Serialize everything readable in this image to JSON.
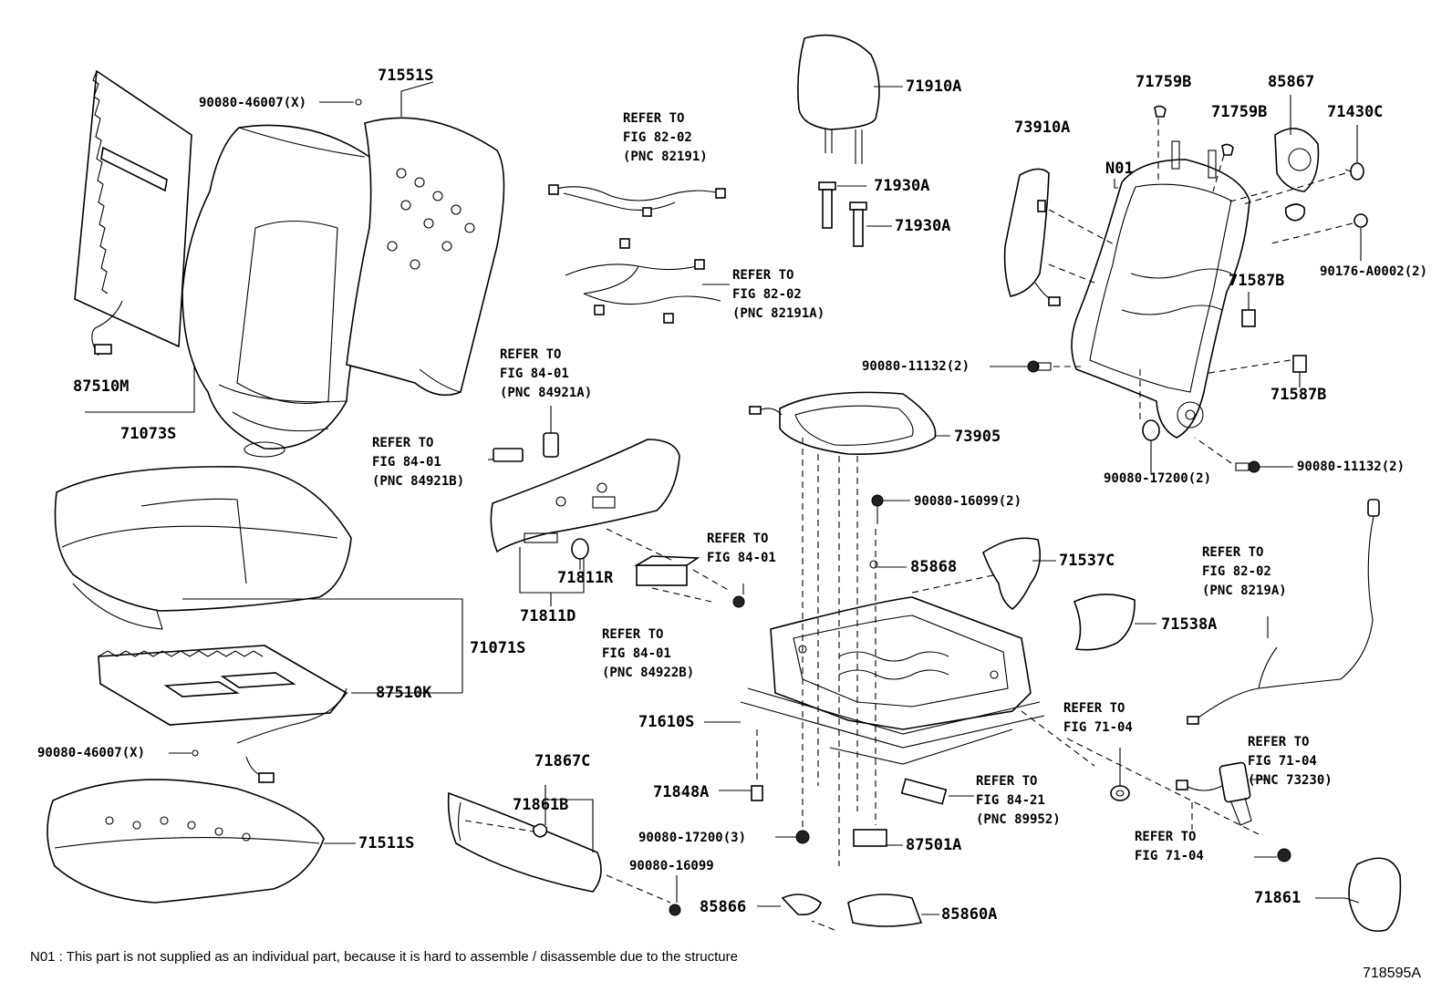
{
  "diagram": {
    "parts": {
      "p71551S": "71551S",
      "p90080_46007_top": "90080-46007(X)",
      "p87510M": "87510M",
      "p71073S": "71073S",
      "p71071S": "71071S",
      "p87510K": "87510K",
      "p90080_46007_bot": "90080-46007(X)",
      "p71511S": "71511S",
      "p71910A": "71910A",
      "p71930A_1": "71930A",
      "p71930A_2": "71930A",
      "p71759B_1": "71759B",
      "p71759B_2": "71759B",
      "p85867": "85867",
      "p71430C": "71430C",
      "p73910A": "73910A",
      "pN01": "N01",
      "p90176_A0002": "90176-A0002(2)",
      "p71587B_1": "71587B",
      "p71587B_2": "71587B",
      "p90080_11132_l": "90080-11132(2)",
      "p90080_11132_r": "90080-11132(2)",
      "p90080_17200_2": "90080-17200(2)",
      "p73905": "73905",
      "p90080_16099_2": "90080-16099(2)",
      "p85868": "85868",
      "p71537C": "71537C",
      "p71538A": "71538A",
      "p71811R": "71811R",
      "p71811D": "71811D",
      "p71610S": "71610S",
      "p71867C": "71867C",
      "p71861B": "71861B",
      "p71848A": "71848A",
      "p90080_17200_3": "90080-17200(3)",
      "p87501A": "87501A",
      "p90080_16099": "90080-16099",
      "p85866": "85866",
      "p85860A": "85860A",
      "p71861": "71861"
    },
    "refs": {
      "r82191_l1": "REFER TO",
      "r82191_l2": "FIG 82-02",
      "r82191_l3": "(PNC 82191)",
      "r82191A_l1": "REFER TO",
      "r82191A_l2": "FIG 82-02",
      "r82191A_l3": "(PNC 82191A)",
      "r84921A_l1": "REFER TO",
      "r84921A_l2": "FIG 84-01",
      "r84921A_l3": "(PNC 84921A)",
      "r84921B_l1": "REFER TO",
      "r84921B_l2": "FIG 84-01",
      "r84921B_l3": "(PNC 84921B)",
      "r8401_l1": "REFER TO",
      "r8401_l2": "FIG 84-01",
      "r84922B_l1": "REFER TO",
      "r84922B_l2": "FIG 84-01",
      "r84922B_l3": "(PNC 84922B)",
      "r8219A_l1": "REFER TO",
      "r8219A_l2": "FIG 82-02",
      "r8219A_l3": "(PNC 8219A)",
      "r7104a_l1": "REFER TO",
      "r7104a_l2": "FIG 71-04",
      "r89952_l1": "REFER TO",
      "r89952_l2": "FIG 84-21",
      "r89952_l3": "(PNC 89952)",
      "r73230_l1": "REFER TO",
      "r73230_l2": "FIG 71-04",
      "r73230_l3": "(PNC 73230)",
      "r7104b_l1": "REFER TO",
      "r7104b_l2": "FIG 71-04"
    },
    "footnote": "N01 : This part is not supplied as an individual part, because it is hard to assemble / disassemble due to the structure",
    "figure_id": "718595A"
  }
}
